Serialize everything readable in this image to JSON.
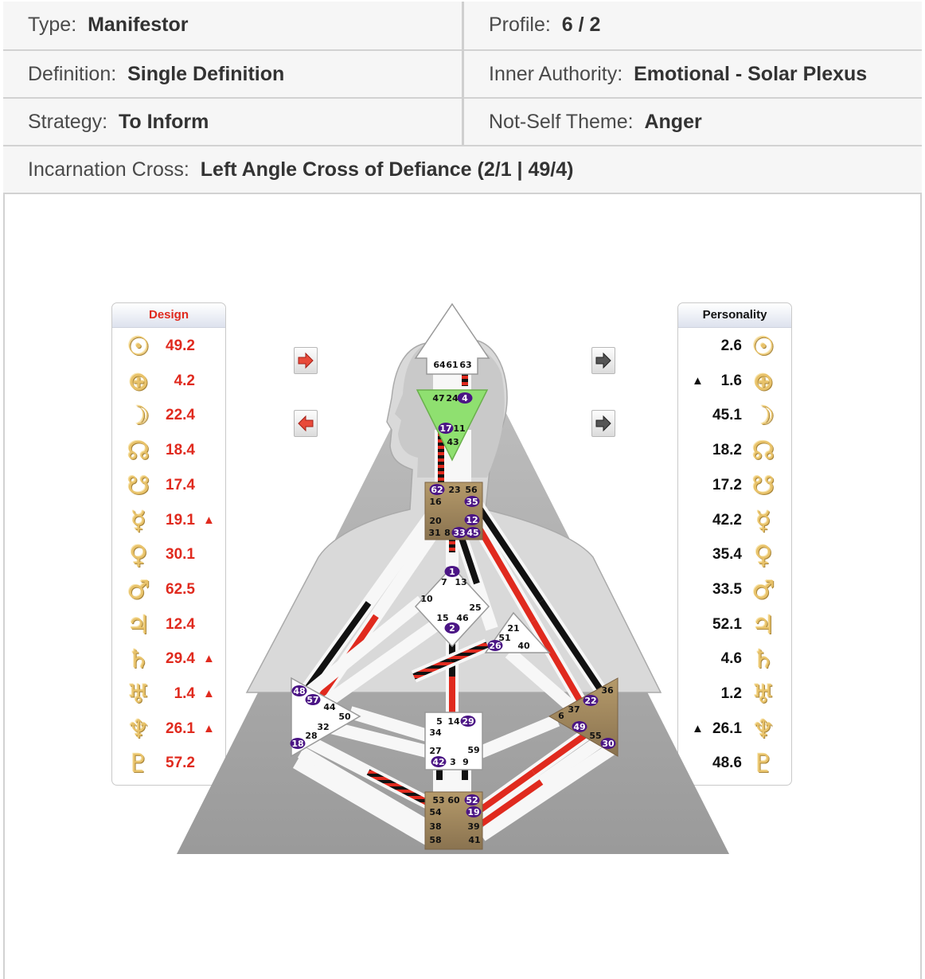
{
  "info": {
    "type_label": "Type:",
    "type_value": "Manifestor",
    "profile_label": "Profile:",
    "profile_value": "6 / 2",
    "definition_label": "Definition:",
    "definition_value": "Single Definition",
    "authority_label": "Inner Authority:",
    "authority_value": "Emotional - Solar Plexus",
    "strategy_label": "Strategy:",
    "strategy_value": "To Inform",
    "notself_label": "Not-Self Theme:",
    "notself_value": "Anger",
    "cross_label": "Incarnation Cross:",
    "cross_value": "Left Angle Cross of Defiance (2/1 | 49/4)"
  },
  "design": {
    "title": "Design",
    "rows": [
      {
        "glyph": "sun-icon",
        "value": "49.2",
        "mark": ""
      },
      {
        "glyph": "earth-icon",
        "value": "4.2",
        "mark": ""
      },
      {
        "glyph": "moon-icon",
        "value": "22.4",
        "mark": ""
      },
      {
        "glyph": "north-node-icon",
        "value": "18.4",
        "mark": ""
      },
      {
        "glyph": "south-node-icon",
        "value": "17.4",
        "mark": ""
      },
      {
        "glyph": "mercury-icon",
        "value": "19.1",
        "mark": "▲"
      },
      {
        "glyph": "venus-icon",
        "value": "30.1",
        "mark": ""
      },
      {
        "glyph": "mars-icon",
        "value": "62.5",
        "mark": ""
      },
      {
        "glyph": "jupiter-icon",
        "value": "12.4",
        "mark": ""
      },
      {
        "glyph": "saturn-icon",
        "value": "29.4",
        "mark": "▲"
      },
      {
        "glyph": "uranus-icon",
        "value": "1.4",
        "mark": "▲"
      },
      {
        "glyph": "neptune-icon",
        "value": "26.1",
        "mark": "▲"
      },
      {
        "glyph": "pluto-icon",
        "value": "57.2",
        "mark": ""
      }
    ]
  },
  "personality": {
    "title": "Personality",
    "rows": [
      {
        "glyph": "sun-icon",
        "value": "2.6",
        "mark": ""
      },
      {
        "glyph": "earth-icon",
        "value": "1.6",
        "mark": "▲"
      },
      {
        "glyph": "moon-icon",
        "value": "45.1",
        "mark": ""
      },
      {
        "glyph": "north-node-icon",
        "value": "18.2",
        "mark": ""
      },
      {
        "glyph": "south-node-icon",
        "value": "17.2",
        "mark": ""
      },
      {
        "glyph": "mercury-icon",
        "value": "42.2",
        "mark": ""
      },
      {
        "glyph": "venus-icon",
        "value": "35.4",
        "mark": ""
      },
      {
        "glyph": "mars-icon",
        "value": "33.5",
        "mark": ""
      },
      {
        "glyph": "jupiter-icon",
        "value": "52.1",
        "mark": ""
      },
      {
        "glyph": "saturn-icon",
        "value": "4.6",
        "mark": ""
      },
      {
        "glyph": "uranus-icon",
        "value": "1.2",
        "mark": ""
      },
      {
        "glyph": "neptune-icon",
        "value": "26.1",
        "mark": "▲"
      },
      {
        "glyph": "pluto-icon",
        "value": "48.6",
        "mark": ""
      }
    ]
  },
  "glyphs": {
    "sun-icon": "☉",
    "earth-icon": "⊕",
    "moon-icon": "☽",
    "north-node-icon": "☊",
    "south-node-icon": "☋",
    "mercury-icon": "☿",
    "venus-icon": "♀",
    "mars-icon": "♂",
    "jupiter-icon": "♃",
    "saturn-icon": "♄",
    "uranus-icon": "♅",
    "neptune-icon": "♆",
    "pluto-icon": "♇"
  },
  "colors": {
    "design": "#e02a1e",
    "personality": "#111111",
    "defined_center": "#b59a6a",
    "head_center": "#8fe070",
    "activated_gate": "#4b1585"
  },
  "bodygraph": {
    "gates": [
      {
        "n": "64",
        "act": false
      },
      {
        "n": "61",
        "act": false
      },
      {
        "n": "63",
        "act": false
      },
      {
        "n": "47",
        "act": false
      },
      {
        "n": "24",
        "act": false
      },
      {
        "n": "4",
        "act": true
      },
      {
        "n": "17",
        "act": true
      },
      {
        "n": "11",
        "act": false
      },
      {
        "n": "43",
        "act": false
      },
      {
        "n": "62",
        "act": true
      },
      {
        "n": "23",
        "act": false
      },
      {
        "n": "56",
        "act": false
      },
      {
        "n": "16",
        "act": false
      },
      {
        "n": "35",
        "act": true
      },
      {
        "n": "20",
        "act": false
      },
      {
        "n": "12",
        "act": true
      },
      {
        "n": "31",
        "act": false
      },
      {
        "n": "8",
        "act": false
      },
      {
        "n": "33",
        "act": true
      },
      {
        "n": "45",
        "act": true
      },
      {
        "n": "1",
        "act": true
      },
      {
        "n": "7",
        "act": false
      },
      {
        "n": "13",
        "act": false
      },
      {
        "n": "10",
        "act": false
      },
      {
        "n": "25",
        "act": false
      },
      {
        "n": "15",
        "act": false
      },
      {
        "n": "46",
        "act": false
      },
      {
        "n": "2",
        "act": true
      },
      {
        "n": "21",
        "act": false
      },
      {
        "n": "51",
        "act": false
      },
      {
        "n": "26",
        "act": true
      },
      {
        "n": "40",
        "act": false
      },
      {
        "n": "48",
        "act": true
      },
      {
        "n": "57",
        "act": true
      },
      {
        "n": "44",
        "act": false
      },
      {
        "n": "50",
        "act": false
      },
      {
        "n": "32",
        "act": false
      },
      {
        "n": "28",
        "act": false
      },
      {
        "n": "18",
        "act": true
      },
      {
        "n": "5",
        "act": false
      },
      {
        "n": "14",
        "act": false
      },
      {
        "n": "29",
        "act": true
      },
      {
        "n": "34",
        "act": false
      },
      {
        "n": "27",
        "act": false
      },
      {
        "n": "59",
        "act": false
      },
      {
        "n": "42",
        "act": true
      },
      {
        "n": "3",
        "act": false
      },
      {
        "n": "9",
        "act": false
      },
      {
        "n": "36",
        "act": false
      },
      {
        "n": "22",
        "act": true
      },
      {
        "n": "6",
        "act": false
      },
      {
        "n": "37",
        "act": false
      },
      {
        "n": "49",
        "act": true
      },
      {
        "n": "55",
        "act": false
      },
      {
        "n": "30",
        "act": true
      },
      {
        "n": "53",
        "act": false
      },
      {
        "n": "60",
        "act": false
      },
      {
        "n": "52",
        "act": true
      },
      {
        "n": "54",
        "act": false
      },
      {
        "n": "19",
        "act": true
      },
      {
        "n": "38",
        "act": false
      },
      {
        "n": "39",
        "act": false
      },
      {
        "n": "58",
        "act": false
      },
      {
        "n": "41",
        "act": false
      }
    ]
  }
}
